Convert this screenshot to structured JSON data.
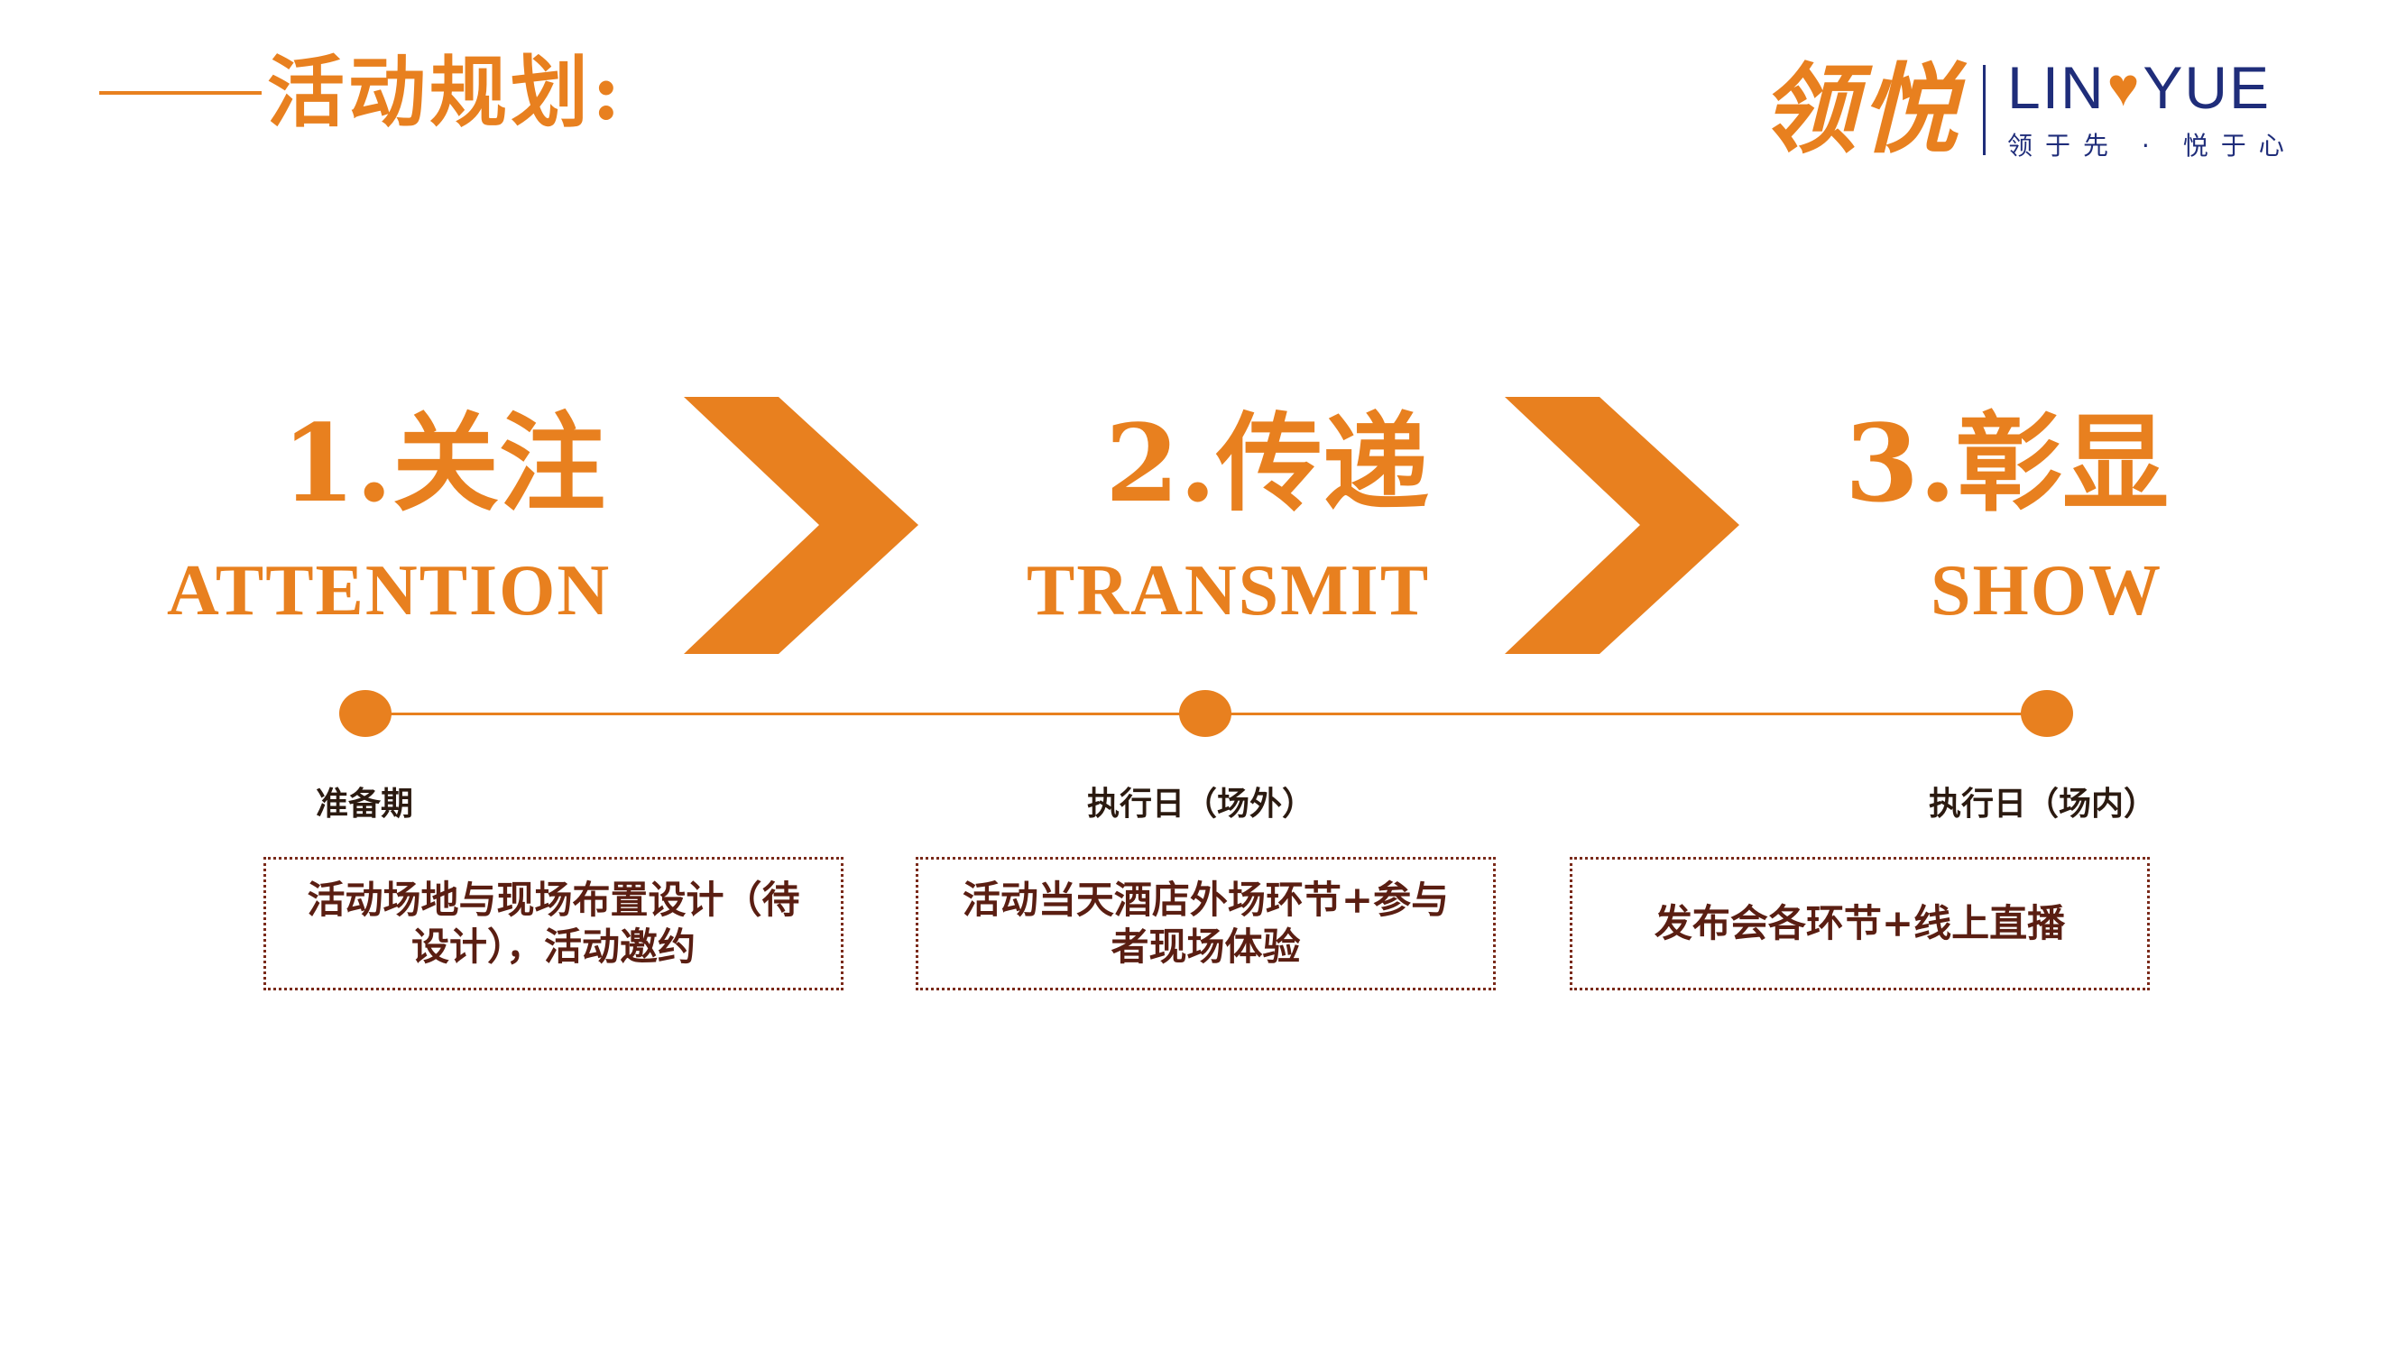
{
  "title": {
    "text": "活动规划:"
  },
  "logo": {
    "cn": "领悦",
    "en_left": "LIN",
    "en_right": "YUE",
    "tagline": "领于先 · 悦于心"
  },
  "stages": [
    {
      "num": "1.关注",
      "en": "ATTENTION",
      "phase": "准备期",
      "desc": "活动场地与现场布置设计（待设计），活动邀约"
    },
    {
      "num": "2.传递",
      "en": "TRANSMIT",
      "phase": "执行日（场外）",
      "desc": "活动当天酒店外场环节+参与者现场体验"
    },
    {
      "num": "3.彰显",
      "en": "SHOW",
      "phase": "执行日（场内）",
      "desc": "发布会各环节+线上直播"
    }
  ],
  "colors": {
    "accent": "#E8801F",
    "logo_blue": "#1f2d7a",
    "box_text": "#5a1e12"
  }
}
